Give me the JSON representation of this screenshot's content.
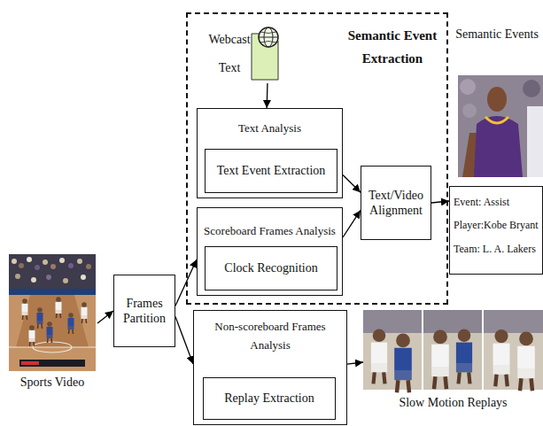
{
  "diagram": {
    "nodes": [
      {
        "text": [
          "Sports Video"
        ]
      },
      {
        "text": [
          "Frames Partition"
        ]
      },
      {
        "text": [
          "Semantic Event Extraction"
        ]
      },
      {
        "text": [
          "Webcast Text"
        ],
        "in": 2
      },
      {
        "text": [
          "Text Analysis"
        ],
        "in": 2
      },
      {
        "text": [
          "Text Event Extraction"
        ],
        "in": 4
      },
      {
        "text": [
          "Scoreboard Frames Analysis"
        ],
        "in": 2
      },
      {
        "text": [
          "Clock Recognition"
        ],
        "in": 6
      },
      {
        "text": [
          "Text/Video Alignment"
        ],
        "in": 2
      },
      {
        "text": [
          "Event: Assist",
          "Player:Kobe Bryant",
          "Team: L. A. Lakers"
        ]
      },
      {
        "text": [
          "Non-scoreboard Frames Analysis"
        ]
      },
      {
        "text": [
          "Replay Extraction"
        ],
        "in": 10
      },
      {
        "text": [
          "Slow Motion Replays"
        ]
      }
    ],
    "edges": [
      {
        "from": 0,
        "to": 1,
        "arrow": "to"
      },
      {
        "from": 1,
        "to": 6,
        "arrow": "to"
      },
      {
        "from": 1,
        "to": 10,
        "arrow": "to"
      },
      {
        "from": 3,
        "to": 4,
        "arrow": "to"
      },
      {
        "from": 4,
        "to": 8,
        "arrow": "to"
      },
      {
        "from": 6,
        "to": 8,
        "arrow": "to"
      },
      {
        "from": 8,
        "to": 9,
        "arrow": "to"
      },
      {
        "from": 10,
        "to": 12,
        "arrow": "to"
      }
    ],
    "labels": [
      "Semantic Events"
    ]
  }
}
